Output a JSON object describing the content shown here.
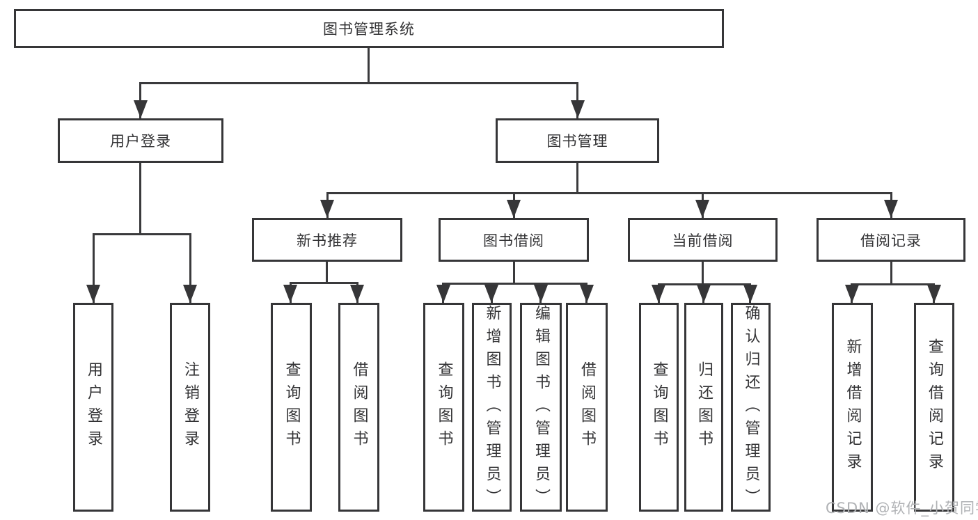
{
  "tree": {
    "root": {
      "label": "图书管理系统"
    },
    "branches": [
      {
        "label": "用户登录",
        "children": [
          {
            "label": "用户登录"
          },
          {
            "label": "注销登录"
          }
        ]
      },
      {
        "label": "图书管理",
        "groups": [
          {
            "label": "新书推荐",
            "children": [
              {
                "label": "查询图书"
              },
              {
                "label": "借阅图书"
              }
            ]
          },
          {
            "label": "图书借阅",
            "children": [
              {
                "label": "查询图书"
              },
              {
                "label": "新增图书（管理员）"
              },
              {
                "label": "编辑图书（管理员）"
              },
              {
                "label": "借阅图书"
              }
            ]
          },
          {
            "label": "当前借阅",
            "children": [
              {
                "label": "查询图书"
              },
              {
                "label": "归还图书"
              },
              {
                "label": "确认归还（管理员）"
              }
            ]
          },
          {
            "label": "借阅记录",
            "children": [
              {
                "label": "新增借阅记录"
              },
              {
                "label": "查询借阅记录"
              }
            ]
          }
        ]
      }
    ]
  },
  "watermark": {
    "text": "CSDN @软件_小贺同学"
  },
  "colors": {
    "line": "#3a3a3c",
    "border": "#363638",
    "text": "#333335",
    "watermark": "#b0b2b5",
    "background": "#ffffff"
  }
}
